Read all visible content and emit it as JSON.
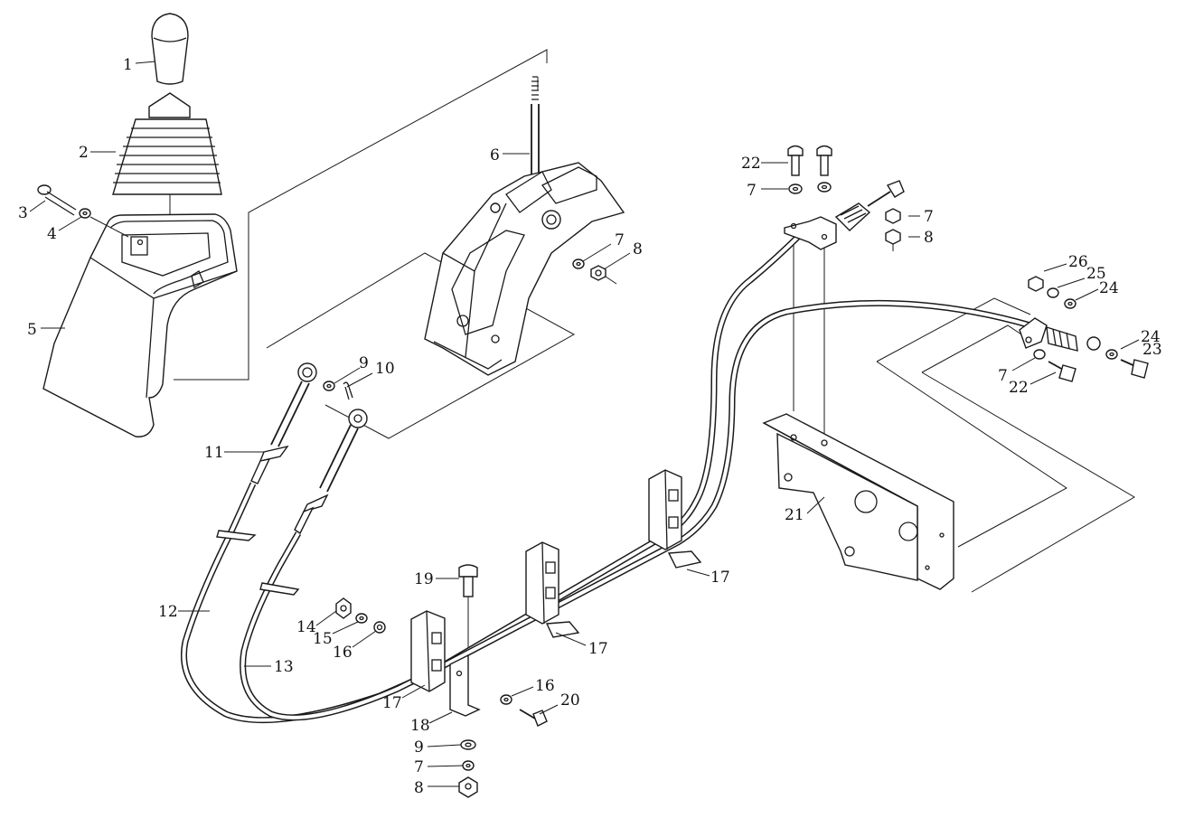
{
  "labels": [
    {
      "id": "c1",
      "text": "1"
    },
    {
      "id": "c2",
      "text": "2"
    },
    {
      "id": "c3",
      "text": "3"
    },
    {
      "id": "c4",
      "text": "4"
    },
    {
      "id": "c5",
      "text": "5"
    },
    {
      "id": "c6",
      "text": "6"
    },
    {
      "id": "c7a",
      "text": "7"
    },
    {
      "id": "c8a",
      "text": "8"
    },
    {
      "id": "c9a",
      "text": "9"
    },
    {
      "id": "c10",
      "text": "10"
    },
    {
      "id": "c11",
      "text": "11"
    },
    {
      "id": "c12",
      "text": "12"
    },
    {
      "id": "c13",
      "text": "13"
    },
    {
      "id": "c14",
      "text": "14"
    },
    {
      "id": "c15",
      "text": "15"
    },
    {
      "id": "c16a",
      "text": "16"
    },
    {
      "id": "c16b",
      "text": "16"
    },
    {
      "id": "c17a",
      "text": "17"
    },
    {
      "id": "c17b",
      "text": "17"
    },
    {
      "id": "c17c",
      "text": "17"
    },
    {
      "id": "c18",
      "text": "18"
    },
    {
      "id": "c19",
      "text": "19"
    },
    {
      "id": "c20",
      "text": "20"
    },
    {
      "id": "c21",
      "text": "21"
    },
    {
      "id": "c22a",
      "text": "22"
    },
    {
      "id": "c22b",
      "text": "22"
    },
    {
      "id": "c7b",
      "text": "7"
    },
    {
      "id": "c7c",
      "text": "7"
    },
    {
      "id": "c8b",
      "text": "8"
    },
    {
      "id": "c7d",
      "text": "7"
    },
    {
      "id": "c23",
      "text": "23"
    },
    {
      "id": "c24a",
      "text": "24"
    },
    {
      "id": "c24b",
      "text": "24"
    },
    {
      "id": "c25",
      "text": "25"
    },
    {
      "id": "c26",
      "text": "26"
    },
    {
      "id": "c9b",
      "text": "9"
    },
    {
      "id": "c7e",
      "text": "7"
    },
    {
      "id": "c8c",
      "text": "8"
    }
  ]
}
